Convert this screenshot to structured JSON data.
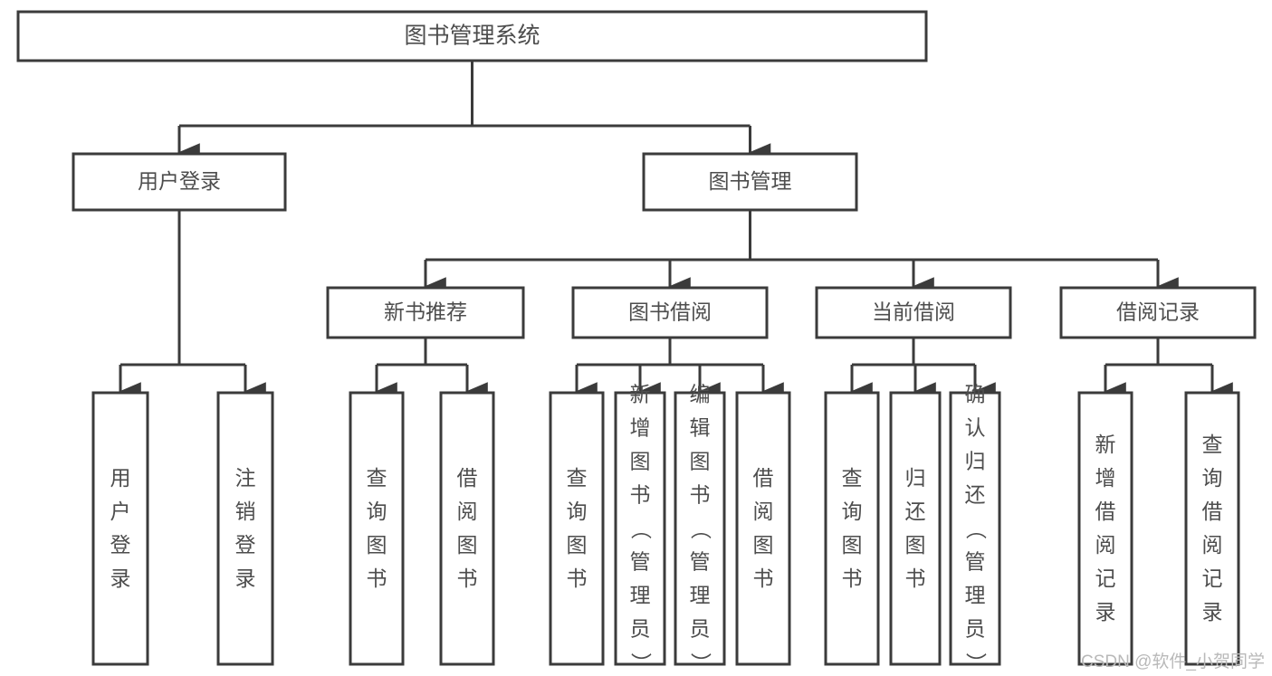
{
  "diagram": {
    "type": "hierarchy-tree",
    "title": "图书管理系统",
    "watermark": "CSDN @软件_小贺同学",
    "colors": {
      "stroke": "#3b3b3b",
      "text": "#4d4d4d",
      "background": "#ffffff",
      "watermark": "#b9b9b9"
    },
    "levels": [
      {
        "level": 0,
        "nodes": [
          {
            "id": "root",
            "label": "图书管理系统",
            "orientation": "horizontal"
          }
        ]
      },
      {
        "level": 1,
        "nodes": [
          {
            "id": "login",
            "label": "用户登录",
            "orientation": "horizontal",
            "parent": "root"
          },
          {
            "id": "bookmgmt",
            "label": "图书管理",
            "orientation": "horizontal",
            "parent": "root"
          }
        ]
      },
      {
        "level": 2,
        "nodes": [
          {
            "id": "newbook",
            "label": "新书推荐",
            "orientation": "horizontal",
            "parent": "bookmgmt"
          },
          {
            "id": "borrow",
            "label": "图书借阅",
            "orientation": "horizontal",
            "parent": "bookmgmt"
          },
          {
            "id": "current",
            "label": "当前借阅",
            "orientation": "horizontal",
            "parent": "bookmgmt"
          },
          {
            "id": "records",
            "label": "借阅记录",
            "orientation": "horizontal",
            "parent": "bookmgmt"
          }
        ]
      },
      {
        "level": 3,
        "nodes": [
          {
            "id": "leaf1",
            "label": "用户登录",
            "orientation": "vertical",
            "parent": "login"
          },
          {
            "id": "leaf2",
            "label": "注销登录",
            "orientation": "vertical",
            "parent": "login"
          },
          {
            "id": "leaf3",
            "label": "查询图书",
            "orientation": "vertical",
            "parent": "newbook"
          },
          {
            "id": "leaf4",
            "label": "借阅图书",
            "orientation": "vertical",
            "parent": "newbook"
          },
          {
            "id": "leaf5",
            "label": "查询图书",
            "orientation": "vertical",
            "parent": "borrow"
          },
          {
            "id": "leaf6",
            "label": "新增图书（管理员）",
            "orientation": "vertical",
            "parent": "borrow"
          },
          {
            "id": "leaf7",
            "label": "编辑图书（管理员）",
            "orientation": "vertical",
            "parent": "borrow"
          },
          {
            "id": "leaf8",
            "label": "借阅图书",
            "orientation": "vertical",
            "parent": "borrow"
          },
          {
            "id": "leaf9",
            "label": "查询图书",
            "orientation": "vertical",
            "parent": "current"
          },
          {
            "id": "leaf10",
            "label": "归还图书",
            "orientation": "vertical",
            "parent": "current"
          },
          {
            "id": "leaf11",
            "label": "确认归还（管理员）",
            "orientation": "vertical",
            "parent": "current"
          },
          {
            "id": "leaf12",
            "label": "新增借阅记录",
            "orientation": "vertical",
            "parent": "records"
          },
          {
            "id": "leaf13",
            "label": "查询借阅记录",
            "orientation": "vertical",
            "parent": "records"
          }
        ]
      }
    ]
  }
}
